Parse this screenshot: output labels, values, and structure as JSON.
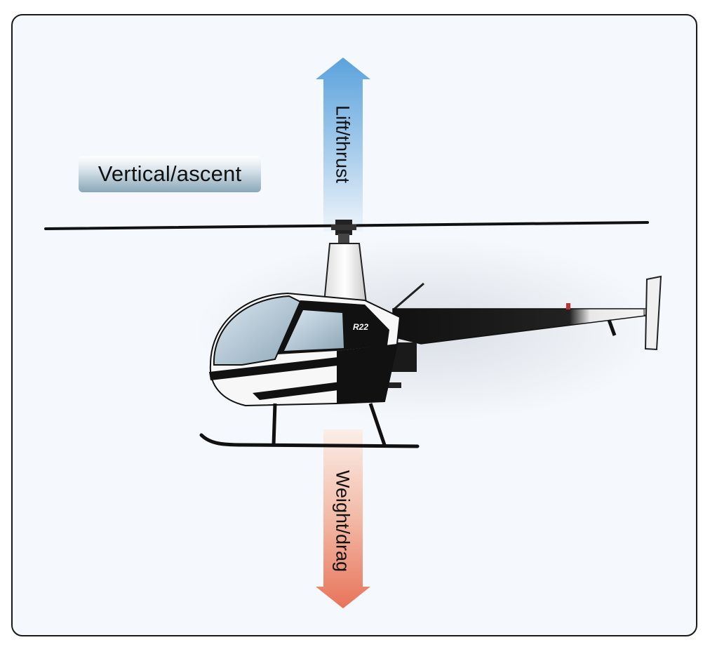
{
  "title": "Vertical/ascent",
  "forces": {
    "up": {
      "label": "Lift/thrust",
      "color_top": "#5aa2dc",
      "color_bottom": "#eef4fa"
    },
    "down": {
      "label": "Weight/drag",
      "color_top": "#fbeee8",
      "color_bottom": "#e8745a"
    }
  },
  "aircraft": {
    "model_marking": "R22",
    "icon": "helicopter-icon"
  },
  "colors": {
    "background": "#f5f8fc",
    "frame_border": "#1a1a1a"
  }
}
